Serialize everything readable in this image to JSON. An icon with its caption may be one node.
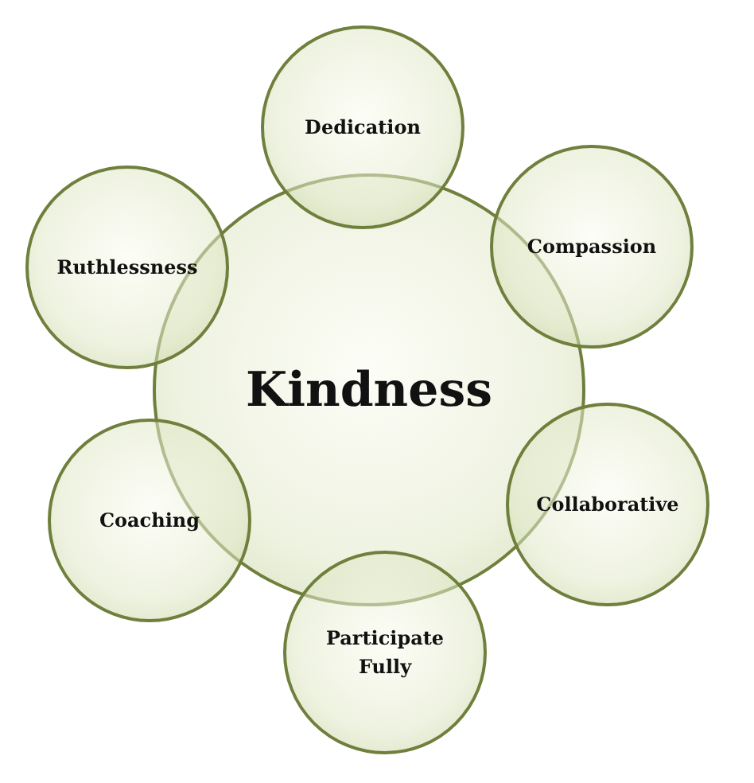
{
  "diagram": {
    "nodes": [
      {
        "text": [
          "Kindness"
        ]
      },
      {
        "text": [
          "Dedication"
        ]
      },
      {
        "text": [
          "Compassion"
        ]
      },
      {
        "text": [
          "Collaborative"
        ]
      },
      {
        "text": [
          "Participate Fully"
        ]
      },
      {
        "text": [
          "Coaching"
        ]
      },
      {
        "text": [
          "Ruthlessness"
        ]
      }
    ]
  }
}
